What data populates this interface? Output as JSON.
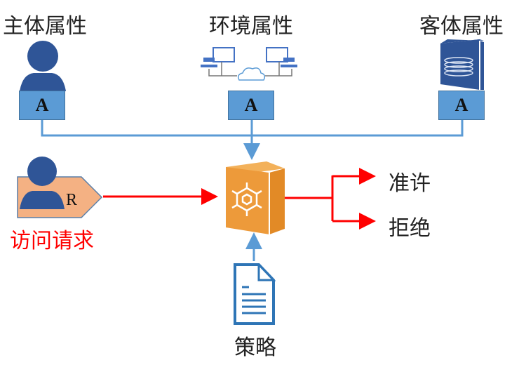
{
  "labels": {
    "subject": "主体属性",
    "environment": "环境属性",
    "object": "客体属性",
    "request": "访问请求",
    "permit": "准许",
    "deny": "拒绝",
    "policy": "策略"
  },
  "attribute_tag": "A",
  "request_tag": "R",
  "colors": {
    "blue": "#5b9bd5",
    "dark_blue": "#2f5597",
    "red": "#ff0000",
    "orange": "#ed9a3a",
    "request_fill": "#f4b183"
  }
}
